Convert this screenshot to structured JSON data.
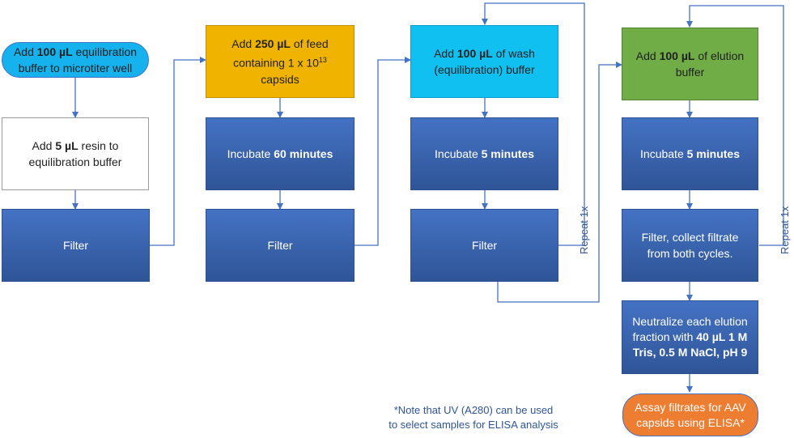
{
  "steps": {
    "s1": {
      "pre": "Add ",
      "bold": "100 µL",
      "post": " equilibration buffer to microtiter well"
    },
    "s2": {
      "pre": "Add ",
      "bold": "5 µL",
      "post": " resin to equilibration buffer"
    },
    "s3": {
      "text": "Filter"
    },
    "s4": {
      "pre": "Add ",
      "bold": "250 µL",
      "post": " of feed containing 1 x 10",
      "sup": "13",
      "post2": " capsids"
    },
    "s5": {
      "pre": "Incubate ",
      "bold": "60 minutes"
    },
    "s6": {
      "text": "Filter"
    },
    "s7": {
      "pre": "Add ",
      "bold": "100 µL",
      "post": " of wash (equilibration) buffer"
    },
    "s8": {
      "pre": "Incubate ",
      "bold": "5 minutes"
    },
    "s9": {
      "text": "Filter"
    },
    "s10": {
      "pre": "Add ",
      "bold": "100 µL",
      "post": " of elution buffer"
    },
    "s11": {
      "pre": "Incubate ",
      "bold": "5 minutes"
    },
    "s12": {
      "text": "Filter, collect filtrate from both cycles."
    },
    "s13": {
      "pre": "Neutralize each elution fraction with ",
      "bold": "40 µL 1 M Tris, 0.5 M NaCl, pH 9"
    },
    "s14": {
      "text": "Assay filtrates for AAV capsids using ELISA*"
    }
  },
  "repeat_labels": {
    "wash": "Repeat 1x",
    "elution": "Repeat 1x"
  },
  "note": {
    "line1": "*Note that UV (A280) can be used",
    "line2": "to select samples for ELISA analysis"
  },
  "colors": {
    "process_blue": "#2f5597",
    "connector": "#4472c4",
    "start_cyan": "#15b2ee",
    "feed_gold": "#f0b400",
    "wash_cyan": "#0fc0f0",
    "elution_green": "#70ad47",
    "end_orange": "#ed7d31"
  }
}
